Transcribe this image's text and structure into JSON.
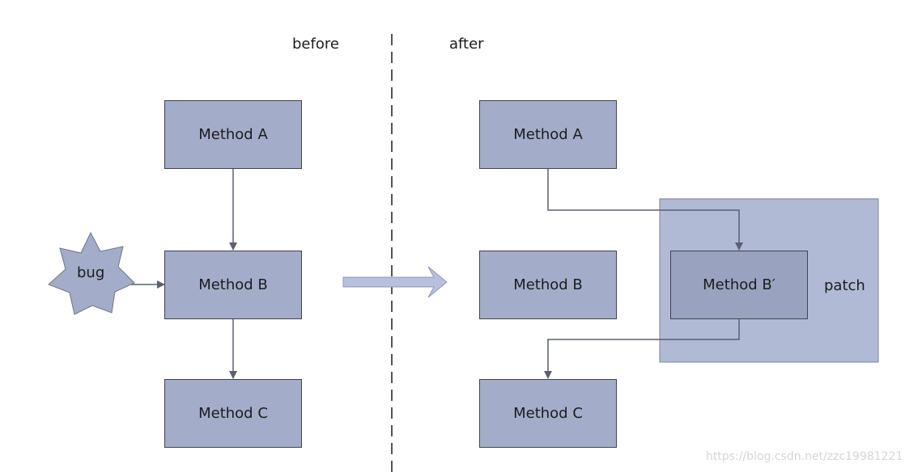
{
  "headings": {
    "before": "before",
    "after": "after"
  },
  "before_panel": {
    "method_a": "Method A",
    "method_b": "Method B",
    "method_c": "Method C",
    "bug": "bug"
  },
  "after_panel": {
    "method_a": "Method A",
    "method_b": "Method B",
    "method_b_prime": "Method B′",
    "method_c": "Method C",
    "patch": "patch"
  },
  "watermark": "https://blog.csdn.net/zzc19981221",
  "colors": {
    "box_fill": "#a3adc9",
    "box_border": "#3f4450",
    "patch_fill": "#b1bad5",
    "arrow": "#5b6073",
    "divider": "#555555"
  }
}
